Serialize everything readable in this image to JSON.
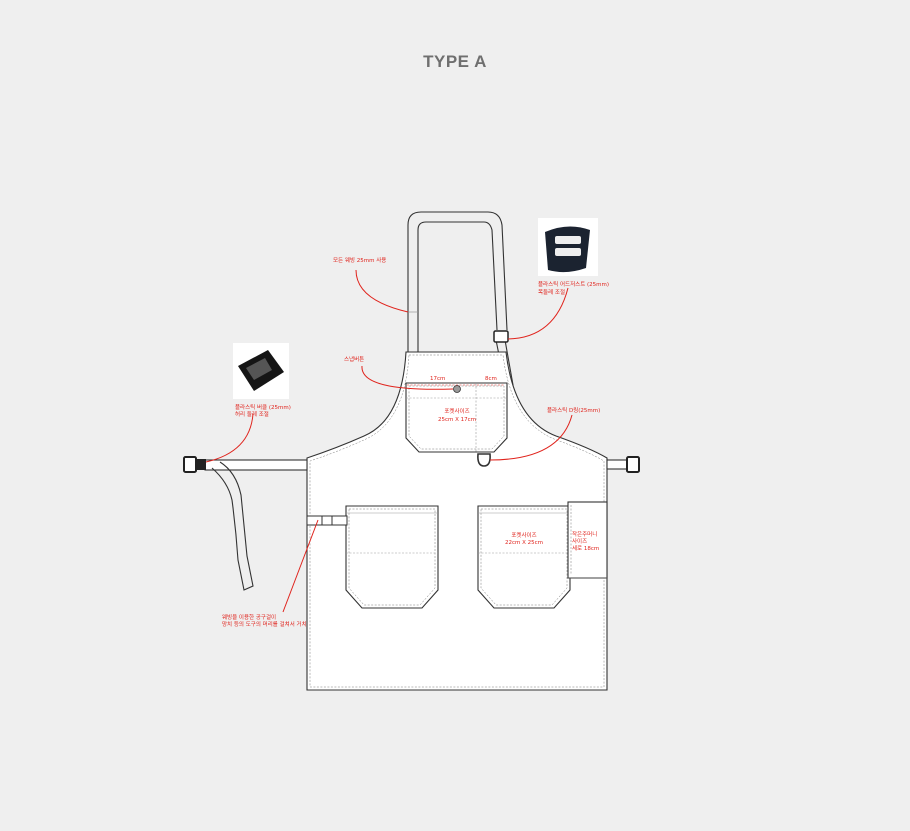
{
  "title": "TYPE A",
  "colors": {
    "background": "#efefef",
    "outline": "#333333",
    "annotation": "#e0231c",
    "title": "#6f6f6f"
  },
  "annotations": {
    "webbing": "모든 웨빙 25mm 사용",
    "adjuster": [
      "플라스틱 어드저스트 (25mm)",
      "목둘레 조절"
    ],
    "snap": "스냅버튼",
    "buckle": [
      "플라스틱 버클 (25mm)",
      "허리 둘레 조절"
    ],
    "dring": "플라스틱 D링(25mm)",
    "loop": [
      "웨빙을 이용한 공구걸이",
      "망치 등의 도구의 머리를 걸쳐서 거치"
    ],
    "chest_width": "17cm",
    "chest_side": "8cm",
    "chest_pocket": [
      "포켓사이즈",
      "25cm X 17cm"
    ],
    "big_pocket": [
      "포켓사이즈",
      "22cm X 25cm"
    ],
    "small_pocket": [
      "작은주머니",
      "사이즈",
      "세로 18cm"
    ]
  }
}
